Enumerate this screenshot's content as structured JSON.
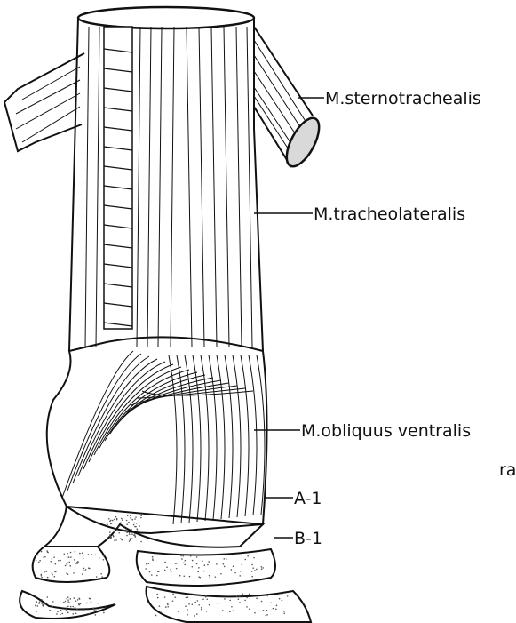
{
  "figure": {
    "labels": {
      "sternotrachealis": "M.sternotrachealis",
      "tracheolateralis": "M.tracheolateralis",
      "obliquus_ventralis": "M.obliquus ventralis",
      "a1": "A-1",
      "b1": "B-1",
      "cropped_text": "ra"
    },
    "colors": {
      "ink": "#111111",
      "background": "#ffffff",
      "stipple": "#555555"
    }
  }
}
